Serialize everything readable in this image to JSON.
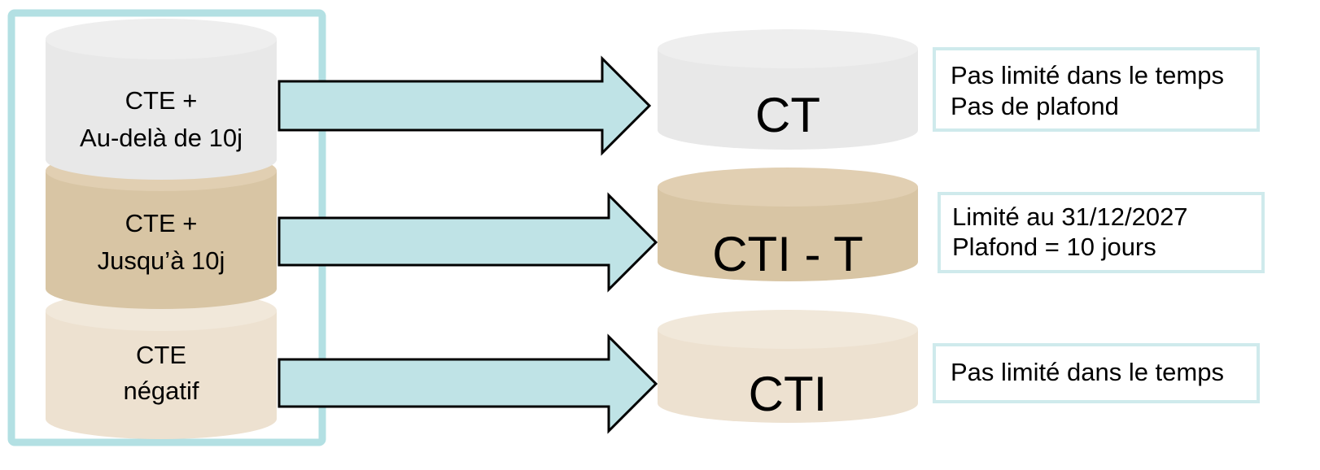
{
  "colors": {
    "frame": "#b3e0e3",
    "arrow_fill": "#bfe3e6",
    "arrow_stroke": "#000000",
    "cyl_gray": "#e8e8e8",
    "cyl_gray_top": "#eeeeee",
    "cyl_tan": "#d8c5a4",
    "cyl_tan_top": "#e1cfb2",
    "cyl_beige": "#ede1d0",
    "cyl_beige_top": "#f1e8da",
    "note_border": "#cfeaec"
  },
  "source_stack": [
    {
      "line1": "CTE +",
      "line2": "Au-delà de 10j"
    },
    {
      "line1": "CTE +",
      "line2": "Jusqu’à 10j"
    },
    {
      "line1": "CTE",
      "line2": "négatif"
    }
  ],
  "targets": [
    {
      "label": "CT",
      "note_lines": [
        "Pas limité dans le temps",
        "Pas de plafond"
      ]
    },
    {
      "label": "CTI - T",
      "note_lines": [
        "Limité au 31/12/2027",
        "Plafond = 10 jours"
      ]
    },
    {
      "label": "CTI",
      "note_lines": [
        "Pas limité dans le temps"
      ]
    }
  ]
}
